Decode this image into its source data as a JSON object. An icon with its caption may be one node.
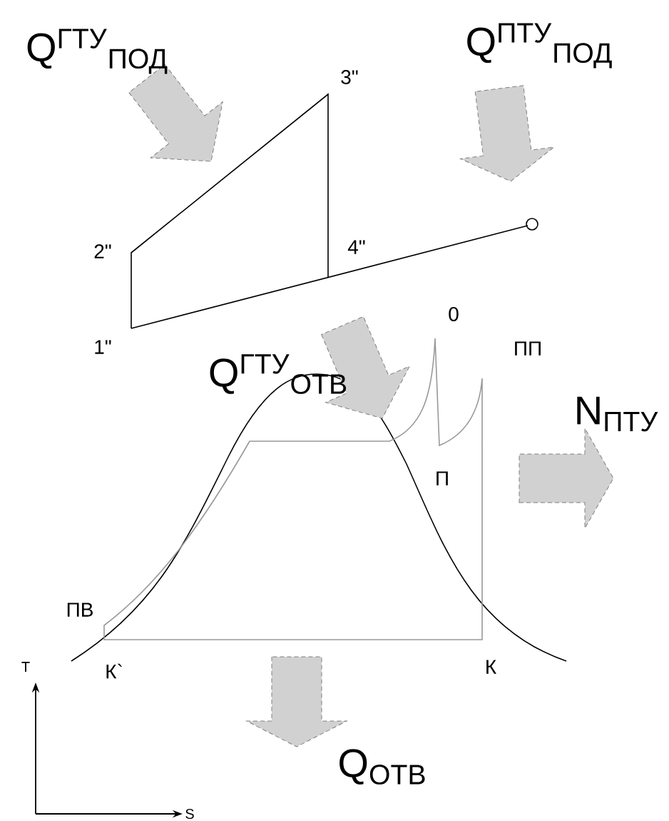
{
  "diagram": {
    "labels": [
      "Q$^{ГТУ}$$_{ПОД}$",
      "Q$^{ПТУ}$$_{ПОД}$",
      "3\"",
      "2\"",
      "4\"",
      "1\"",
      "0",
      "Q$^{ГТУ}$$_{ОТВ}$",
      "ПП",
      "N$_{ПТУ}$",
      "П",
      "ПВ",
      "T",
      "К`",
      "К",
      "Q$_{ОТВ}$",
      "S"
    ]
  }
}
